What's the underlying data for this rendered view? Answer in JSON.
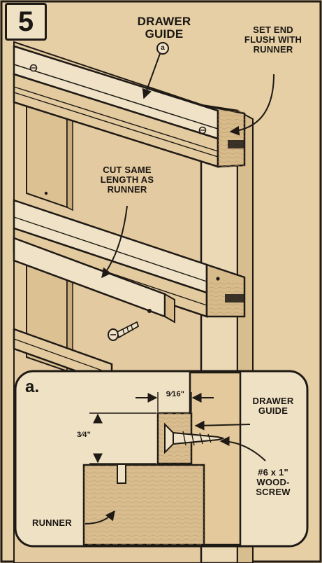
{
  "step": {
    "number": "5"
  },
  "main_view": {
    "callouts": {
      "drawer_guide": {
        "lines": [
          "DRAWER",
          "GUIDE"
        ]
      },
      "drawer_guide_ref": "a",
      "set_end": {
        "lines": [
          "SET END",
          "FLUSH WITH",
          "RUNNER"
        ]
      },
      "cut_same": {
        "lines": [
          "CUT SAME",
          "LENGTH AS",
          "RUNNER"
        ]
      }
    }
  },
  "detail_a": {
    "label": "a.",
    "dimensions": {
      "guide_thickness": "9⁄16\"",
      "guide_height": "3⁄4\""
    },
    "callouts": {
      "drawer_guide": {
        "lines": [
          "DRAWER",
          "GUIDE"
        ]
      },
      "screw": {
        "lines": [
          "#6 x 1\"",
          "WOOD-",
          "SCREW"
        ]
      },
      "runner": "RUNNER"
    }
  },
  "colors": {
    "background": "#e6cfa4",
    "wood_light": "#efe2c6",
    "wood_mid": "#e3cb9f",
    "wood_dark": "#cfb282",
    "ink": "#1f1a15"
  }
}
